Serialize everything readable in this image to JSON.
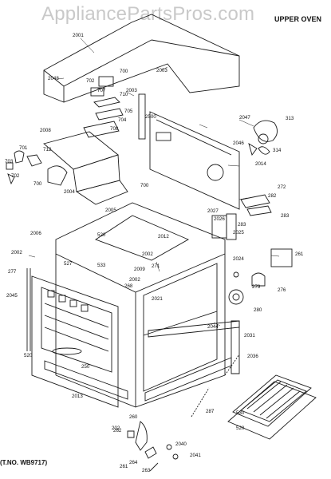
{
  "watermark": "AppliancePartsPros.com",
  "section_title": "UPPER OVEN",
  "footer_text": "(T.NO. WB9717)",
  "part_labels": [
    "2001",
    "2048",
    "2003",
    "700",
    "702",
    "707",
    "710",
    "705",
    "704",
    "708",
    "2008",
    "712",
    "701",
    "703",
    "702",
    "700",
    "2004",
    "2005",
    "700",
    "2003",
    "2500",
    "272",
    "2047",
    "313",
    "2046",
    "314",
    "2014",
    "2006",
    "520",
    "2002",
    "527",
    "2009",
    "533",
    "2002",
    "268",
    "271",
    "2012",
    "2002",
    "2021",
    "2025",
    "2027",
    "2024",
    "2026",
    "282",
    "283",
    "261",
    "276",
    "277",
    "2045",
    "279",
    "280",
    "283",
    "2044",
    "2031",
    "2036",
    "520",
    "250",
    "2013",
    "287",
    "530",
    "520",
    "202",
    "260",
    "262",
    "261",
    "264",
    "263",
    "2040",
    "2041"
  ]
}
